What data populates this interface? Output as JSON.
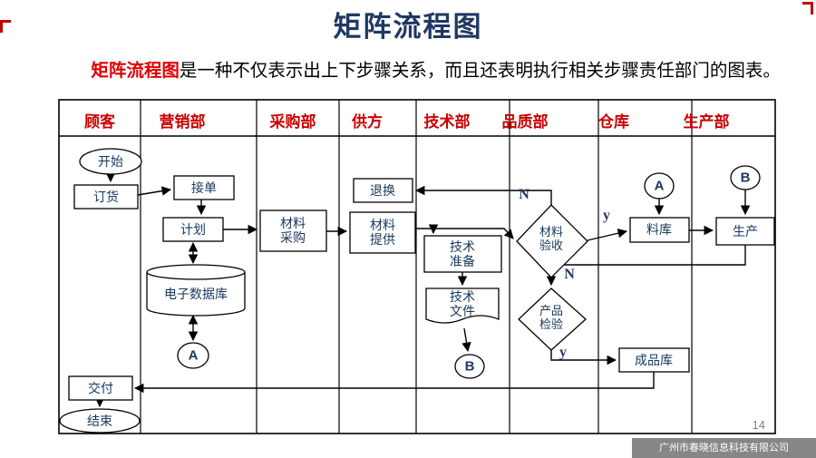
{
  "page": {
    "title": "矩阵流程图",
    "intro_highlight": "矩阵流程图",
    "intro_rest": "是一种不仅表示出上下步骤关系，而且还表明执行相关步骤责任部门的图表。",
    "page_number": "14",
    "watermark": "广州市春晓信息科技有限公司"
  },
  "colors": {
    "title_navy": "#1F3864",
    "header_red": "#cc0000",
    "node_text_navy": "#17375D",
    "line_black": "#000000"
  },
  "matrix": {
    "columns": [
      "顾客",
      "营销部",
      "采购部",
      "供方",
      "技术部",
      "品质部",
      "仓库",
      "生产部"
    ],
    "nodes": {
      "start": "开始",
      "order": "订货",
      "accept": "接单",
      "plan": "计划",
      "database": "电子数据库",
      "connector_a_bottom": "A",
      "purchase": "材料采购",
      "returns": "退换",
      "supply": "材料提供",
      "tech_prep": "技术准备",
      "tech_doc": "技术文件",
      "connector_b_bottom": "B",
      "material_check": "材料验收",
      "product_check": "产品检验",
      "material_store": "料库",
      "connector_a_top": "A",
      "production": "生产",
      "connector_b_top": "B",
      "finished_store": "成品库",
      "deliver": "交付",
      "end": "结束"
    },
    "branch_labels": {
      "material_no": "N",
      "material_yes": "y",
      "product_no": "N",
      "product_yes": "y"
    }
  }
}
